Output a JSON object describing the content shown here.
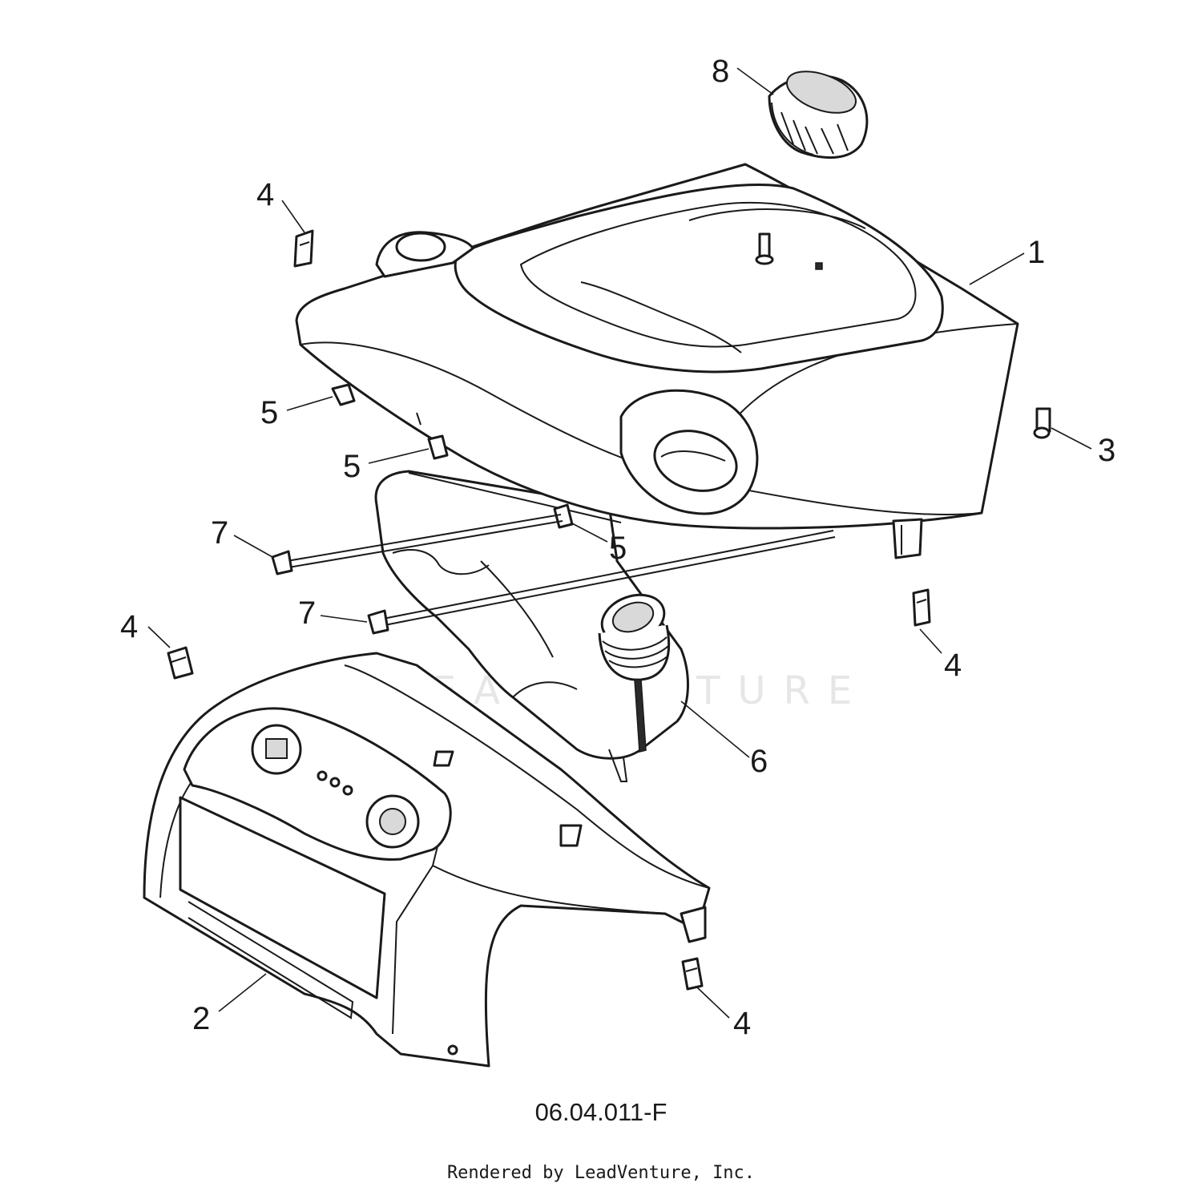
{
  "diagram": {
    "code": "06.04.011-F",
    "credit": "Rendered by LeadVenture, Inc.",
    "watermark": "LEADVENTURE"
  },
  "callouts": [
    "1",
    "2",
    "3",
    "4",
    "4",
    "4",
    "4",
    "5",
    "5",
    "5",
    "6",
    "7",
    "7",
    "8"
  ],
  "colors": {
    "line": "#1a1a1a",
    "background": "#ffffff",
    "watermark": "#e6e6e6"
  }
}
